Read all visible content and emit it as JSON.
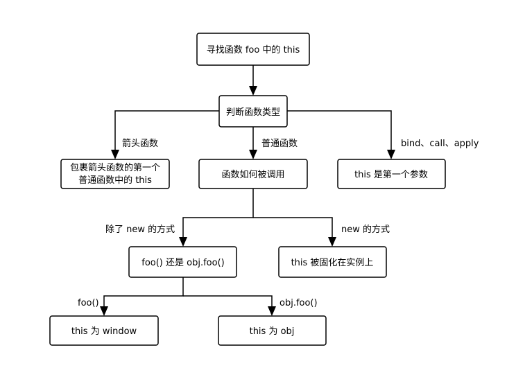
{
  "diagram": {
    "nodes": {
      "root": {
        "text": "寻找函数 foo 中的 this"
      },
      "type_check": {
        "text": "判断函数类型"
      },
      "arrow_fn": {
        "line1": "包裹箭头函数的第一个",
        "line2": "普通函数中的 this"
      },
      "call_how": {
        "text": "函数如何被调用"
      },
      "bind_apply": {
        "text": "this 是第一个参数"
      },
      "foo_or_obj": {
        "text": "foo() 还是 obj.foo()"
      },
      "new_bound": {
        "text": "this 被固化在实例上"
      },
      "this_window": {
        "text": "this 为 window"
      },
      "this_obj": {
        "text": "this 为 obj"
      }
    },
    "edges": {
      "arrow_fn": "箭头函数",
      "normal_fn": "普通函数",
      "bind_call_apply": "bind、call、apply",
      "except_new": "除了 new 的方式",
      "new_way": "new 的方式",
      "foo_call": "foo()",
      "obj_foo_call": "obj.foo()"
    }
  }
}
